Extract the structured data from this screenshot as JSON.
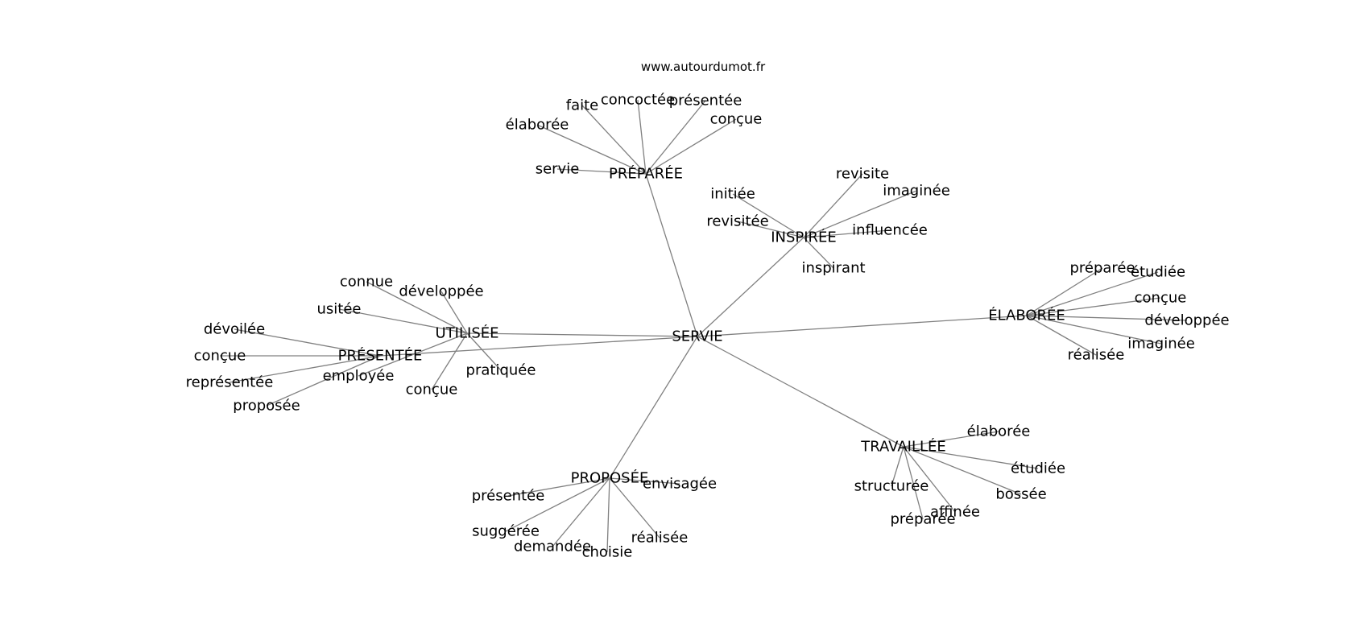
{
  "header": {
    "source": "www.autourdumot.fr"
  },
  "graph": {
    "center": "SERVIE",
    "groups": [
      {
        "hub": "PRÉPARÉE",
        "leaves": [
          "servie",
          "élaborée",
          "faite",
          "concoctée",
          "présentée",
          "conçue"
        ]
      },
      {
        "hub": "INSPIRÉE",
        "leaves": [
          "initiée",
          "revisite",
          "imaginée",
          "revisitée",
          "influencée",
          "inspirant"
        ]
      },
      {
        "hub": "UTILISÉE",
        "leaves": [
          "connue",
          "développée",
          "usitée",
          "pratiquée",
          "conçue",
          "employée"
        ]
      },
      {
        "hub": "PRÉSENTÉE",
        "leaves": [
          "dévoilée",
          "conçue",
          "représentée",
          "proposée"
        ]
      },
      {
        "hub": "ÉLABORÉE",
        "leaves": [
          "préparée",
          "étudiée",
          "conçue",
          "développée",
          "imaginée",
          "réalisée"
        ]
      },
      {
        "hub": "TRAVAILLÉE",
        "leaves": [
          "élaborée",
          "étudiée",
          "structurée",
          "bossée",
          "affinée",
          "préparée"
        ]
      },
      {
        "hub": "PROPOSÉE",
        "leaves": [
          "envisagée",
          "présentée",
          "suggérée",
          "demandée",
          "choisie",
          "réalisée"
        ]
      }
    ]
  }
}
